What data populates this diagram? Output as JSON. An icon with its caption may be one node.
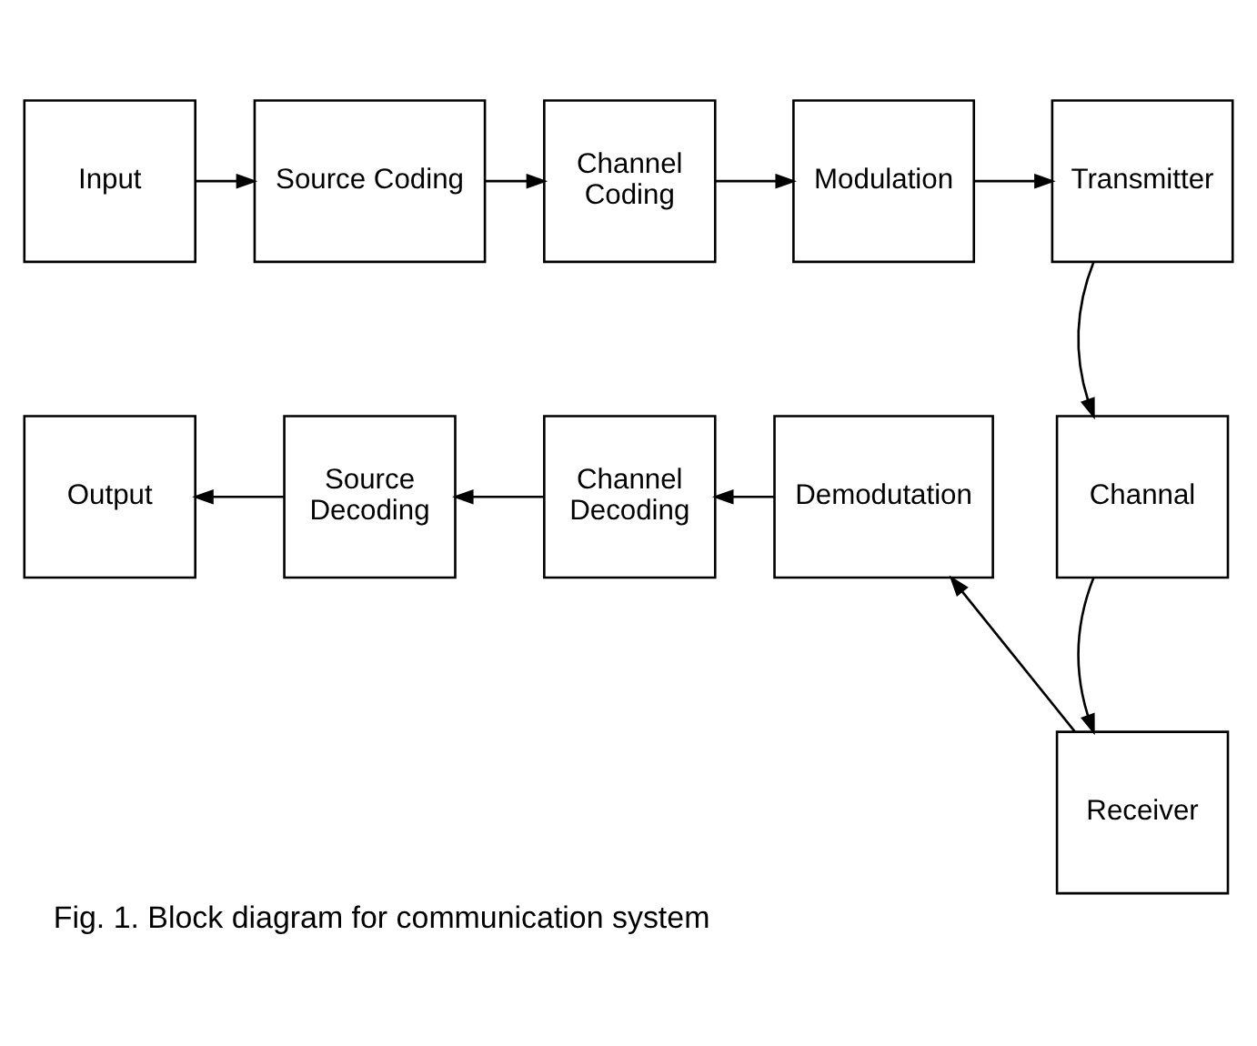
{
  "diagram": {
    "caption": "Fig. 1. Block diagram for communication system",
    "nodes": [
      {
        "text": [
          "Input"
        ]
      },
      {
        "text": [
          "Source Coding"
        ]
      },
      {
        "text": [
          "Channel Coding"
        ]
      },
      {
        "text": [
          "Modulation"
        ]
      },
      {
        "text": [
          "Transmitter"
        ]
      },
      {
        "text": [
          "Channal"
        ]
      },
      {
        "text": [
          "Receiver"
        ]
      },
      {
        "text": [
          "Demodutation"
        ]
      },
      {
        "text": [
          "Channel Decoding"
        ]
      },
      {
        "text": [
          "Source Decoding"
        ]
      },
      {
        "text": [
          "Output"
        ]
      }
    ],
    "edges": [
      {
        "from": 0,
        "to": 1,
        "arrow": "to"
      },
      {
        "from": 1,
        "to": 2,
        "arrow": "to"
      },
      {
        "from": 2,
        "to": 3,
        "arrow": "to"
      },
      {
        "from": 3,
        "to": 4,
        "arrow": "to"
      },
      {
        "from": 4,
        "to": 5,
        "arrow": "to"
      },
      {
        "from": 5,
        "to": 6,
        "arrow": "to"
      },
      {
        "from": 6,
        "to": 7,
        "arrow": "to"
      },
      {
        "from": 7,
        "to": 8,
        "arrow": "to"
      },
      {
        "from": 8,
        "to": 9,
        "arrow": "to"
      },
      {
        "from": 9,
        "to": 10,
        "arrow": "to"
      }
    ]
  }
}
